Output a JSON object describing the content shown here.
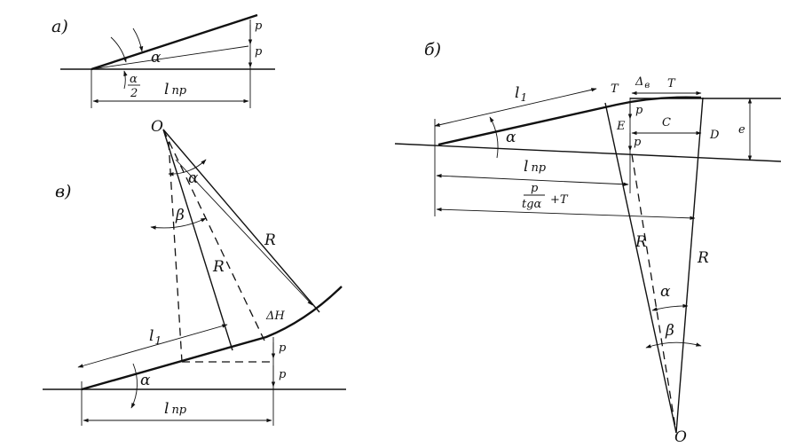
{
  "panel_a": {
    "title": "а)",
    "alpha": "α",
    "alpha_half_num": "α",
    "alpha_half_den": "2",
    "p_top": "p",
    "p_bottom": "p",
    "l_np": "l",
    "l_np_sub": "пр"
  },
  "panel_b": {
    "title": "б)",
    "l1": "l",
    "l1_sub": "1",
    "T_left": "T",
    "delta_v": "Δ",
    "delta_v_sub": "в",
    "T_right": "T",
    "p_upper": "p",
    "p_lower": "p",
    "E": "E",
    "C": "C",
    "D": "D",
    "e": "e",
    "alpha_upper": "α",
    "l_np": "l",
    "l_np_sub": "пр",
    "frac_num": "p",
    "frac_den": "tgα",
    "frac_plus": "+T",
    "R_left": "R",
    "R_right": "R",
    "alpha_lower": "α",
    "beta": "β",
    "O": "O"
  },
  "panel_v": {
    "title": "в)",
    "O": "O",
    "alpha_top": "α",
    "beta": "β",
    "R_mid": "R",
    "R_right": "R",
    "delta_H": "ΔH",
    "l1": "l",
    "l1_sub": "1",
    "p_upper": "p",
    "p_lower": "p",
    "alpha_bottom": "α",
    "l_np": "l",
    "l_np_sub": "пр"
  }
}
